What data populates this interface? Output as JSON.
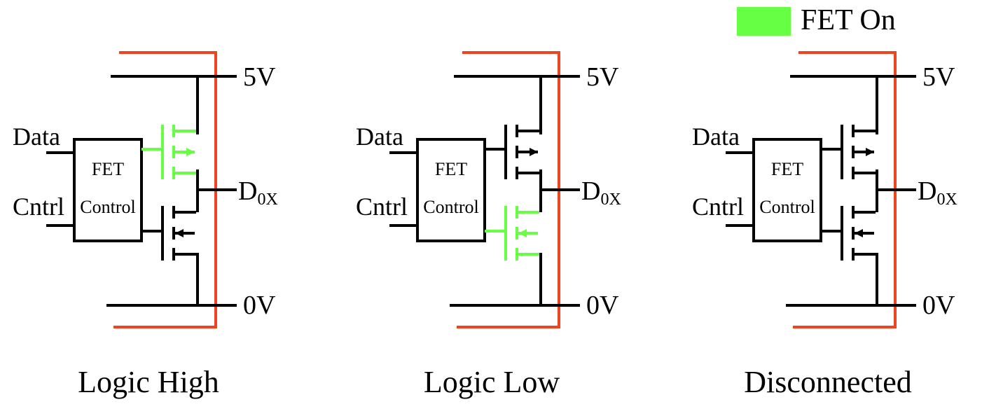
{
  "legend": {
    "label": "FET On",
    "color": "#66ff44"
  },
  "colors": {
    "wire": "#000000",
    "fet_on": "#66ff44",
    "enclosure": "#ee4422"
  },
  "panels": [
    {
      "id": "logic-high",
      "caption": "Logic High",
      "top_rail_label": "5V",
      "bottom_rail_label": "0V",
      "output_label": "D",
      "output_subscript": "0X",
      "input_data_label": "Data",
      "input_cntrl_label": "Cntrl",
      "block_line1": "FET",
      "block_line2": "Control",
      "upper_fet_on": true,
      "lower_fet_on": false
    },
    {
      "id": "logic-low",
      "caption": "Logic Low",
      "top_rail_label": "5V",
      "bottom_rail_label": "0V",
      "output_label": "D",
      "output_subscript": "0X",
      "input_data_label": "Data",
      "input_cntrl_label": "Cntrl",
      "block_line1": "FET",
      "block_line2": "Control",
      "upper_fet_on": false,
      "lower_fet_on": true
    },
    {
      "id": "disconnected",
      "caption": "Disconnected",
      "top_rail_label": "5V",
      "bottom_rail_label": "0V",
      "output_label": "D",
      "output_subscript": "0X",
      "input_data_label": "Data",
      "input_cntrl_label": "Cntrl",
      "block_line1": "FET",
      "block_line2": "Control",
      "upper_fet_on": false,
      "lower_fet_on": false
    }
  ]
}
